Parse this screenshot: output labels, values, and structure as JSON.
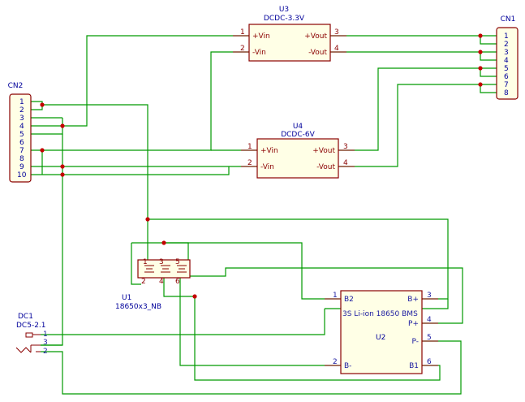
{
  "components": {
    "u3": {
      "ref": "U3",
      "value": "DCDC-3.3V",
      "pin1": "1",
      "pin2": "2",
      "pin3": "3",
      "pin4": "4",
      "vin_p": "+Vin",
      "vin_n": "-Vin",
      "vout_p": "+Vout",
      "vout_n": "-Vout"
    },
    "u4": {
      "ref": "U4",
      "value": "DCDC-6V",
      "pin1": "1",
      "pin2": "2",
      "pin3": "3",
      "pin4": "4",
      "vin_p": "+Vin",
      "vin_n": "-Vin",
      "vout_p": "+Vout",
      "vout_n": "-Vout"
    },
    "cn1": {
      "ref": "CN1",
      "pins": [
        "1",
        "2",
        "3",
        "4",
        "5",
        "6",
        "7",
        "8"
      ]
    },
    "cn2": {
      "ref": "CN2",
      "pins": [
        "1",
        "2",
        "3",
        "4",
        "5",
        "6",
        "7",
        "8",
        "9",
        "10"
      ]
    },
    "u1": {
      "ref": "U1",
      "value": "18650x3_NB",
      "pins_top": [
        "1",
        "3",
        "5"
      ],
      "pins_bottom": [
        "2",
        "4",
        "6"
      ]
    },
    "u2": {
      "ref": "U2",
      "value": "3S Li-ion 18650 BMS",
      "b2": "B2",
      "bplus": "B+",
      "pplus": "P+",
      "pminus": "P-",
      "bminus": "B-",
      "b1": "B1",
      "pin1": "1",
      "pin2": "2",
      "pin3": "3",
      "pin4": "4",
      "pin5": "5",
      "pin6": "6"
    },
    "dc1": {
      "ref": "DC1",
      "value": "DC5-2.1",
      "pin1": "1",
      "pin2": "2",
      "pin3": "3"
    }
  },
  "colors": {
    "wire": "#009a00",
    "component_outline": "#8a0000",
    "component_fill": "#ffffe6",
    "label_text": "#00009a",
    "junction": "#c40000"
  }
}
